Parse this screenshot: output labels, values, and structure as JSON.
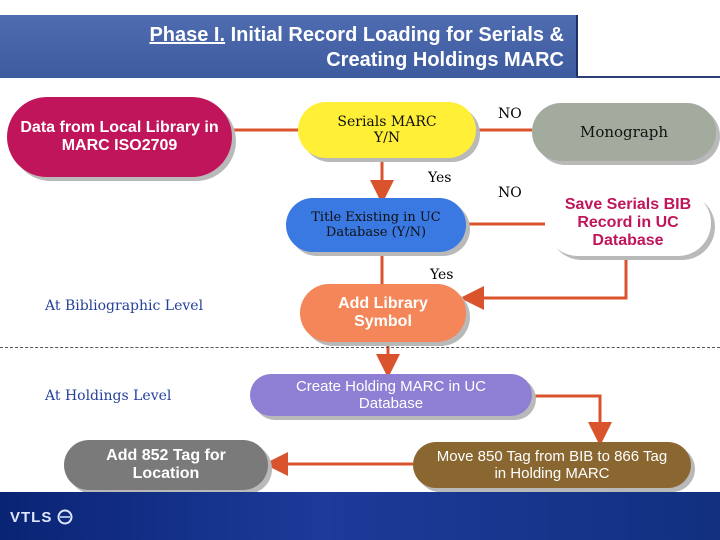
{
  "title": {
    "phase": "Phase I.",
    "text": "Initial Record Loading for Serials &",
    "line2": "Creating Holdings MARC"
  },
  "nodes": {
    "local_library": "Data from Local Library in MARC ISO2709",
    "serials_marc": "Serials MARC Y/N",
    "monograph": "Monograph",
    "title_existing": "Title Existing in UC Database (Y/N)",
    "save_serials": "Save Serials BIB Record in UC Database",
    "add_library_symbol": "Add Library Symbol",
    "create_holding": "Create Holding MARC in UC Database",
    "add_852": "Add 852 Tag for Location",
    "move_850": "Move 850 Tag from BIB to 866 Tag in Holding MARC"
  },
  "labels": {
    "no1": "NO",
    "yes1": "Yes",
    "no2": "NO",
    "yes2": "Yes",
    "bib_level": "At Bibliographic Level",
    "holdings_level": "At Holdings Level"
  },
  "footer": {
    "logo": "VTLS"
  },
  "colors": {
    "title_bg": "#4467b0",
    "arrow": "#d9542d",
    "local_library": "#c0155a",
    "serials_marc": "#ffef36",
    "monograph": "#a3ab9f",
    "title_existing": "#3a78e2",
    "save_serials": "#ffffff",
    "add_library_symbol": "#f4865a",
    "create_holding": "#8e7fd4",
    "add_852": "#7a7a7a",
    "move_850": "#8a6731"
  }
}
